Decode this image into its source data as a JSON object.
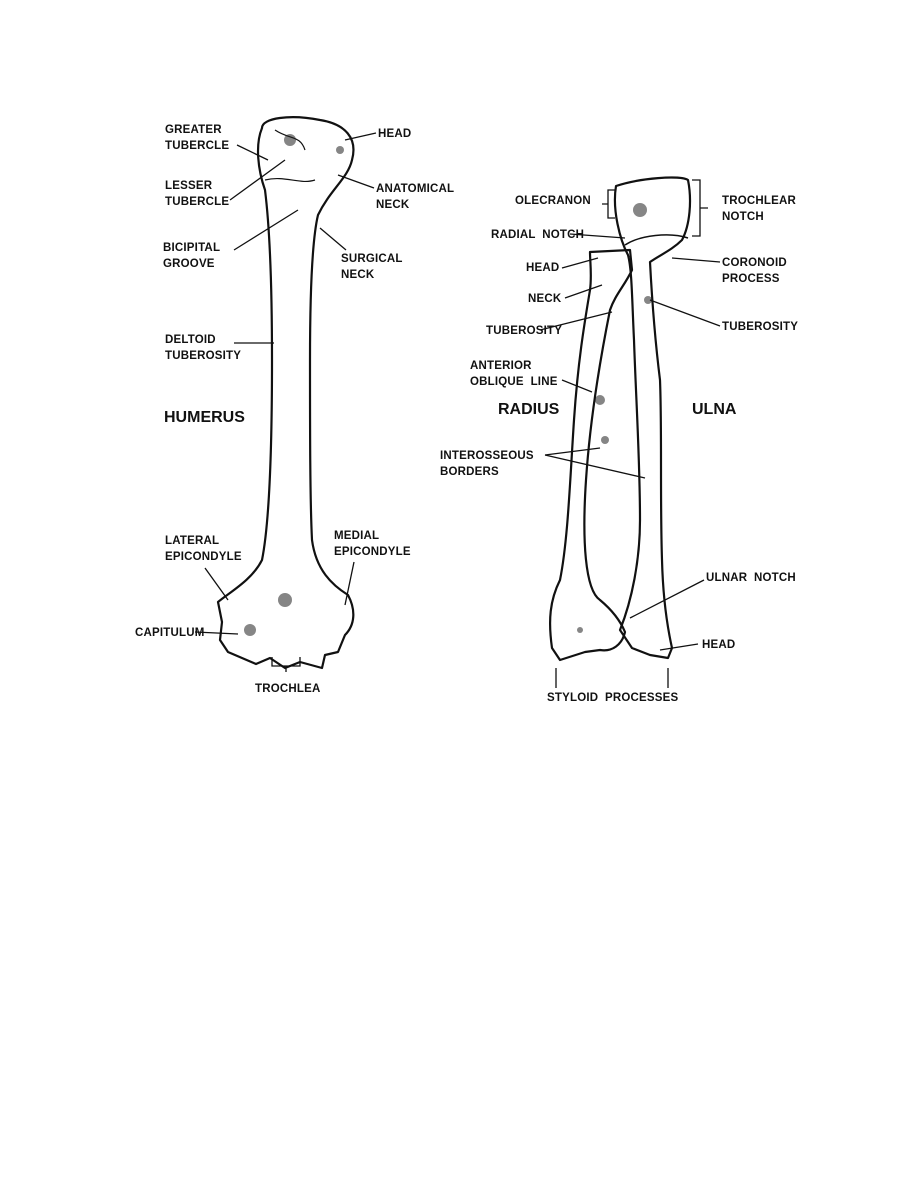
{
  "humerus": {
    "title": "HUMERUS",
    "labels": {
      "greater_tubercle": "GREATER\nTUBERCLE",
      "head": "HEAD",
      "lesser_tubercle": "LESSER\nTUBERCLE",
      "anatomical_neck": "ANATOMICAL\nNECK",
      "bicipital_groove": "BICIPITAL\nGROOVE",
      "surgical_neck": "SURGICAL\nNECK",
      "deltoid_tuberosity": "DELTOID\nTUBEROSITY",
      "lateral_epicondyle": "LATERAL\nEPICONDYLE",
      "medial_epicondyle": "MEDIAL\nEPICONDYLE",
      "capitulum": "CAPITULUM",
      "trochlea": "TROCHLEA"
    }
  },
  "forearm": {
    "radius_title": "RADIUS",
    "ulna_title": "ULNA",
    "labels": {
      "olecranon": "OLECRANON",
      "trochlear_notch": "TROCHLEAR\nNOTCH",
      "radial_notch": "RADIAL  NOTCH",
      "head_radius": "HEAD",
      "coronoid_process": "CORONOID\nPROCESS",
      "neck": "NECK",
      "tuberosity_radius": "TUBEROSITY",
      "tuberosity_ulna": "TUBEROSITY",
      "anterior_oblique_line": "ANTERIOR\nOBLIQUE  LINE",
      "interosseous_borders": "INTEROSSEOUS\nBORDERS",
      "ulnar_notch": "ULNAR  NOTCH",
      "head_ulna": "HEAD",
      "styloid_processes": "STYLOID  PROCESSES"
    }
  }
}
